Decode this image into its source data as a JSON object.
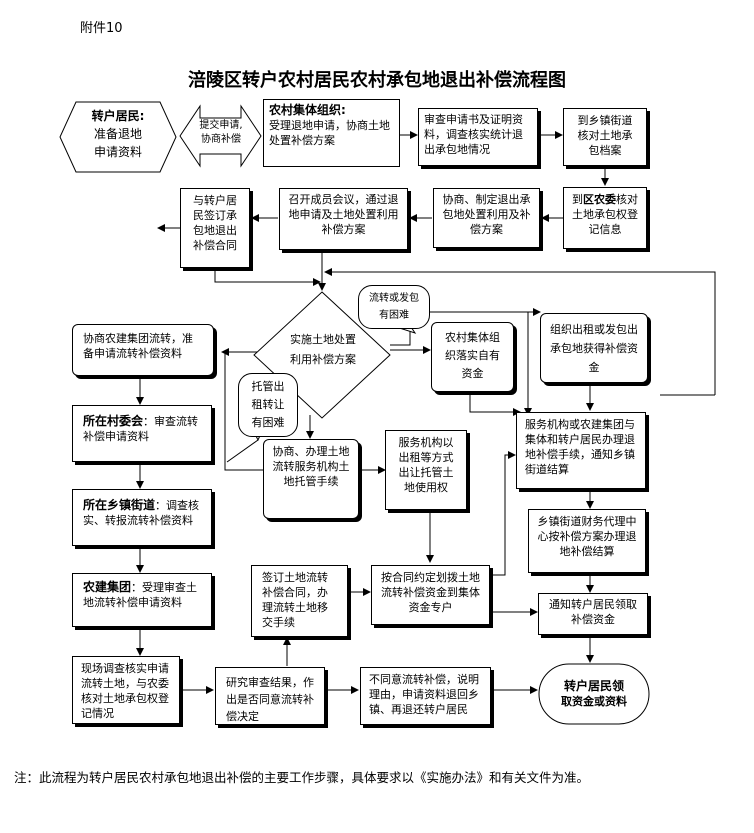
{
  "annex": "附件10",
  "title": "涪陵区转户农村居民农村承包地退出补偿流程图",
  "note": "注：此流程为转户居民农村承包地退出补偿的主要工作步骤，具体要求以《实施办法》和有关文件为准。",
  "nodes": {
    "resident_start": {
      "title": "转户居民:",
      "line1": "准备退地",
      "line2": "申请资料"
    },
    "submit_arrow": {
      "line1": "提交申请,",
      "line2": "协商补偿"
    },
    "collective": {
      "title": "农村集体组织:",
      "text": "受理退地申请，协商土地处置补偿方案"
    },
    "review_app": "审查申请书及证明资料，调查核实统计退出承包地情况",
    "township_check": "到乡镇街道核对土地承包档案",
    "district_bureau": {
      "prefix": "到",
      "bold": "区农委",
      "suffix": "核对土地承包权登记信息"
    },
    "negotiate_plan": "协商、制定退出承包地处置利用及补偿方案",
    "member_meeting": "召开成员会议，通过退地申请及土地处置利用补偿方案",
    "sign_contract": "与转户居民签订承包地退出补偿合同",
    "implement": "实施土地处置利用补偿方案",
    "bubble_transfer": {
      "line1": "流转或发包",
      "line2": "有困难"
    },
    "bubble_trust": {
      "line1": "托管出",
      "line2": "租转让",
      "line3": "有困难"
    },
    "self_fund": "农村集体组织落实自有资金",
    "lease_fund": "组织出租或发包出承包地获得补偿资金",
    "coop_transfer": "协商农建集团流转，准备申请流转补偿资料",
    "village_review": {
      "bold": "所在村委会",
      "text": "：审查流转补偿申请资料"
    },
    "township_verify": {
      "bold": "所在乡镇街道",
      "text": "：调查核实、转报流转补偿资料"
    },
    "agri_group": {
      "bold": "农建集团",
      "text": "：受理审查土地流转补偿申请资料"
    },
    "field_survey": "现场调查核实申请流转土地，与农委核对土地承包权登记情况",
    "study_decision": "研究审查结果，作出是否同意流转补偿决定",
    "reject": "不同意流转补偿，说明理由，申请资料退回乡镇、再退还转户居民",
    "service_transfer": "协商、办理土地流转服务机构土地托管手续",
    "service_lease": "服务机构以出租等方式出让托管土地使用权",
    "sign_transfer": "签订土地流转补偿合同，办理流转土地移交手续",
    "allocate_fund": "按合同约定划拨土地流转补偿资金到集体资金专户",
    "sign_procedure": "服务机构或农建集团与集体和转户居民办理退地补偿手续，通知乡镇街道结算",
    "finance_settle": "乡镇街道财务代理中心按补偿方案办理退地补偿结算",
    "notify_resident": "通知转户居民领取补偿资金",
    "end": {
      "line1": "转户居民领",
      "line2": "取资金或资料"
    }
  }
}
